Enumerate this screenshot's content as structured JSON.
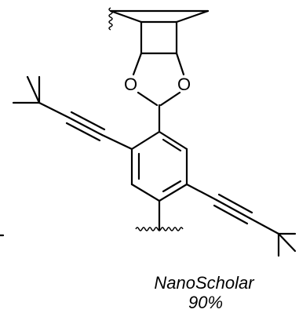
{
  "molecule": {
    "atoms": {
      "o_left": "O",
      "o_right": "O"
    },
    "caption": {
      "name": "NanoScholar",
      "yield": "90%"
    }
  },
  "colors": {
    "ink": "#000000",
    "background": "#ffffff"
  }
}
